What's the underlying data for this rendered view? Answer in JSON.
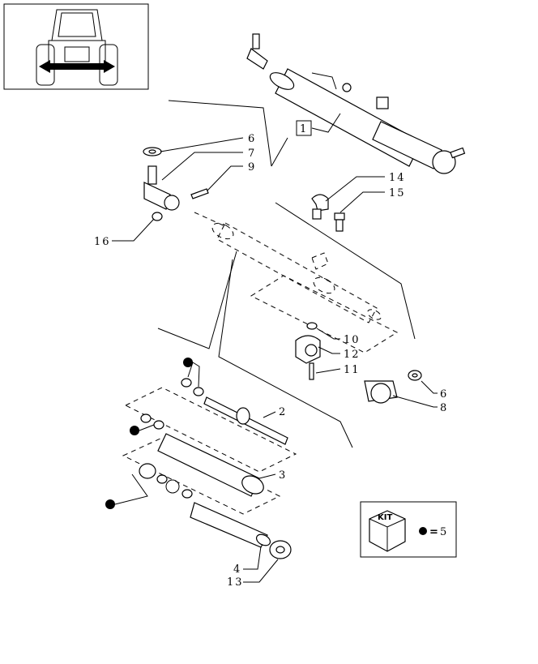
{
  "callouts": [
    {
      "id": "c6a",
      "text": "6"
    },
    {
      "id": "c7",
      "text": "7"
    },
    {
      "id": "c9",
      "text": "9"
    },
    {
      "id": "c1",
      "text": "1"
    },
    {
      "id": "c14",
      "text": "14"
    },
    {
      "id": "c15",
      "text": "15"
    },
    {
      "id": "c16",
      "text": "16"
    },
    {
      "id": "c10",
      "text": "10"
    },
    {
      "id": "c12",
      "text": "12"
    },
    {
      "id": "c11",
      "text": "11"
    },
    {
      "id": "c6b",
      "text": "6"
    },
    {
      "id": "c8",
      "text": "8"
    },
    {
      "id": "c2",
      "text": "2"
    },
    {
      "id": "c3",
      "text": "3"
    },
    {
      "id": "c4",
      "text": "4"
    },
    {
      "id": "c13",
      "text": "13"
    }
  ],
  "legend": {
    "kit_label": "KIT",
    "equals": "=",
    "kit_number": "5"
  },
  "colors": {
    "ink": "#000000",
    "paper": "#ffffff"
  }
}
